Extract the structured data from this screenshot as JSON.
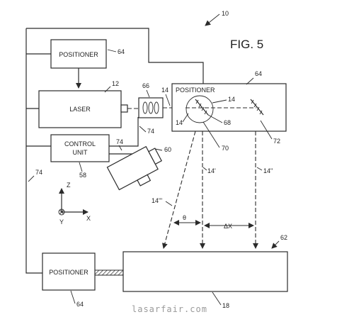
{
  "figure": {
    "title": "FIG. 5",
    "ref_main": "10"
  },
  "blocks": {
    "positioner_top": {
      "label": "POSITIONER",
      "ref": "64"
    },
    "laser": {
      "label": "LASER",
      "ref": "12",
      "fill": "#ffffc8"
    },
    "control_unit": {
      "label_line1": "CONTROL",
      "label_line2": "UNIT",
      "ref": "58"
    },
    "positioner_bottom": {
      "label": "POSITIONER",
      "ref": "64"
    },
    "scan_head": {
      "label": "POSITIONER",
      "ref": "64"
    },
    "workpiece": {
      "ref": "62",
      "ref_bottom": "18"
    }
  },
  "optics": {
    "ref": "66",
    "beam_ref": "14"
  },
  "camera": {
    "ref": "60"
  },
  "refs": {
    "r74_a": "74",
    "r74_b": "74",
    "r74_left": "74",
    "r14_head_a": "14",
    "r14_head_b": "14",
    "r68": "68",
    "r70": "70",
    "r72": "72",
    "beam_14p": "14'",
    "beam_14pp": "14\"",
    "beam_14ppp": "14'''"
  },
  "annotations": {
    "theta": "θ",
    "delta_x": "ΔX"
  },
  "axes": {
    "z": "Z",
    "x": "X",
    "y": "Y"
  },
  "watermark": "lasarfair.com"
}
